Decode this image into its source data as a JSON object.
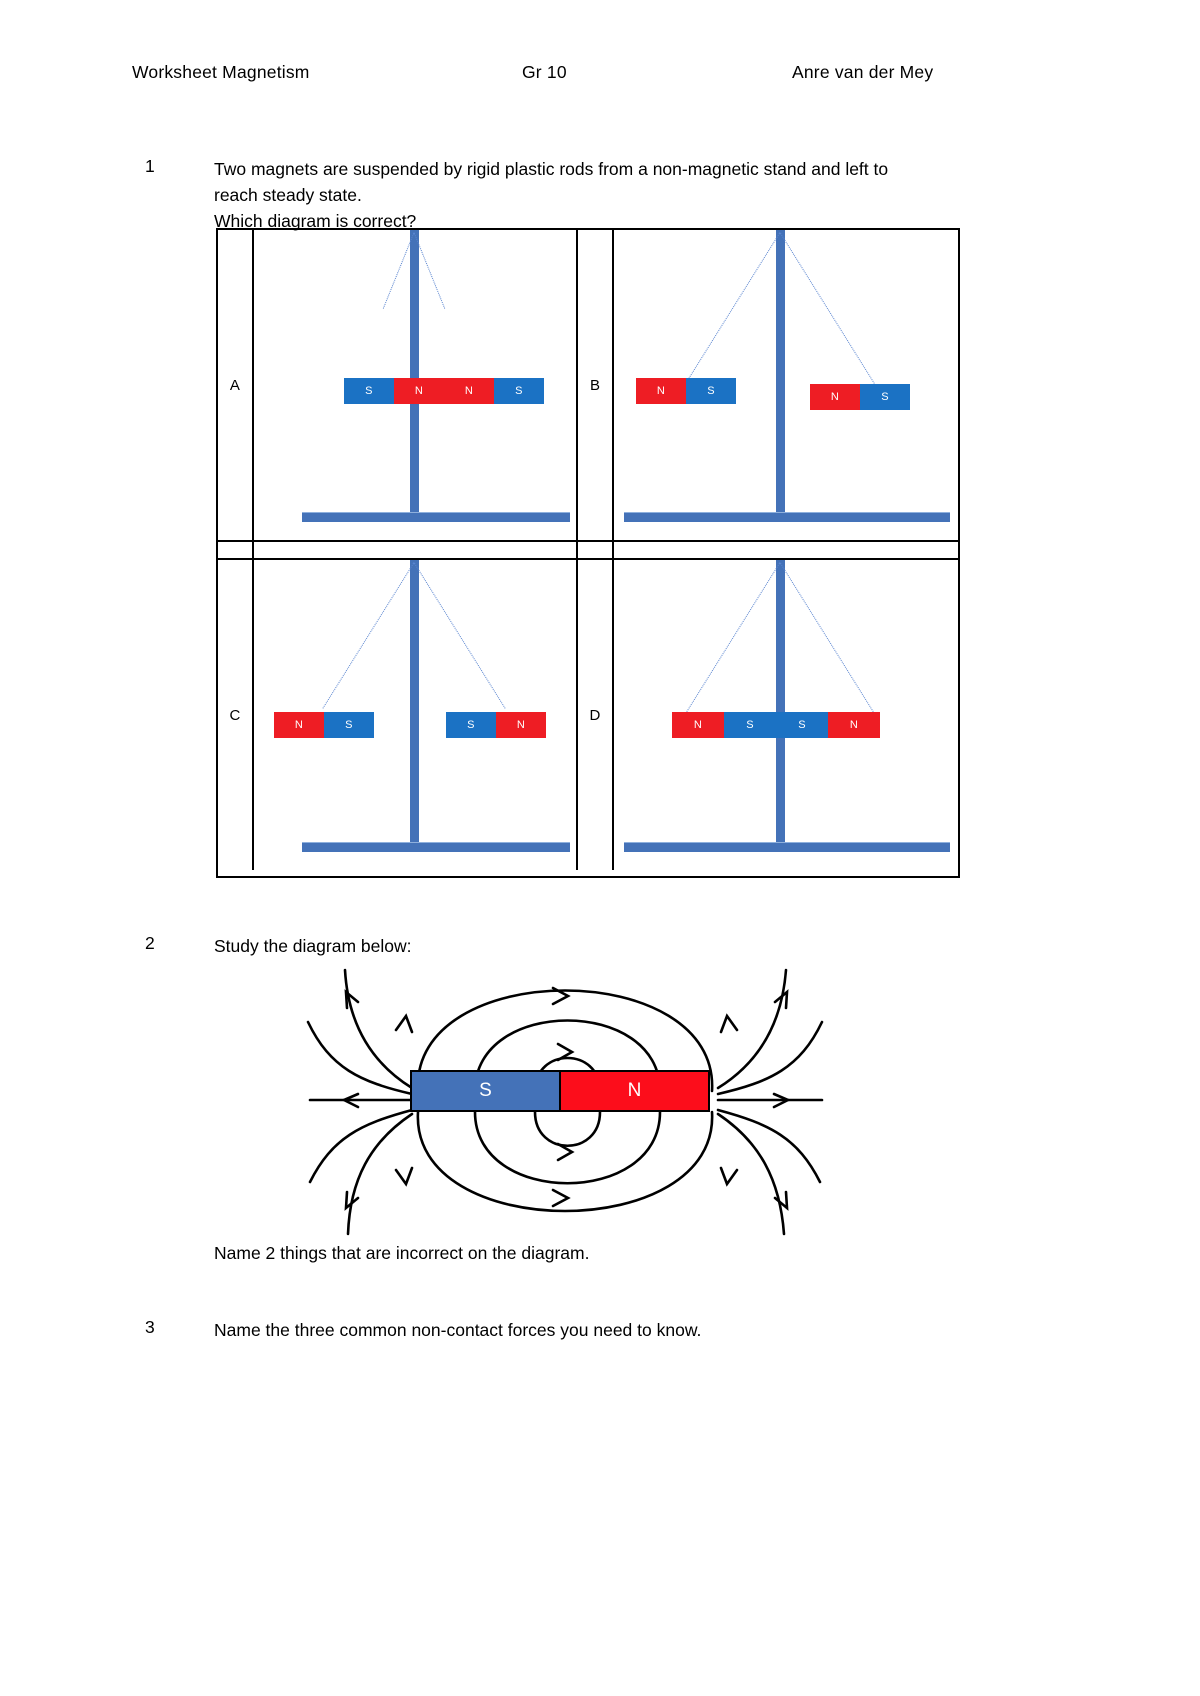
{
  "header": {
    "left": "Worksheet Magnetism",
    "middle": "Gr 10",
    "right": "Anre van der Mey"
  },
  "questions": [
    {
      "number": "1",
      "lines": [
        "Two magnets are suspended by rigid plastic rods from a non-magnetic stand and left to",
        "reach steady state.",
        "Which diagram is correct?"
      ]
    },
    {
      "number": "2",
      "lines": [
        "Study the diagram below:"
      ],
      "follow_up": "Name 2 things that are incorrect on the diagram."
    },
    {
      "number": "3",
      "lines": [
        "Name the three common non-contact forces you need to know."
      ]
    }
  ],
  "options": {
    "a": {
      "label": "A",
      "magnets": [
        {
          "poles": [
            "S",
            "N"
          ],
          "colors": [
            "blue",
            "red"
          ]
        },
        {
          "poles": [
            "N",
            "S"
          ],
          "colors": [
            "red",
            "blue"
          ]
        }
      ]
    },
    "b": {
      "label": "B",
      "magnets": [
        {
          "poles": [
            "N",
            "S"
          ],
          "colors": [
            "red",
            "blue"
          ]
        },
        {
          "poles": [
            "N",
            "S"
          ],
          "colors": [
            "red",
            "blue"
          ]
        }
      ]
    },
    "c": {
      "label": "C",
      "magnets": [
        {
          "poles": [
            "N",
            "S"
          ],
          "colors": [
            "red",
            "blue"
          ]
        },
        {
          "poles": [
            "S",
            "N"
          ],
          "colors": [
            "blue",
            "red"
          ]
        }
      ]
    },
    "d": {
      "label": "D",
      "magnets": [
        {
          "poles": [
            "N",
            "S"
          ],
          "colors": [
            "red",
            "blue"
          ]
        },
        {
          "poles": [
            "S",
            "N"
          ],
          "colors": [
            "blue",
            "red"
          ]
        }
      ]
    }
  },
  "field_diagram": {
    "south_label": "S",
    "north_label": "N",
    "south_color": "#4472b8",
    "north_color": "#fc0d1b"
  }
}
